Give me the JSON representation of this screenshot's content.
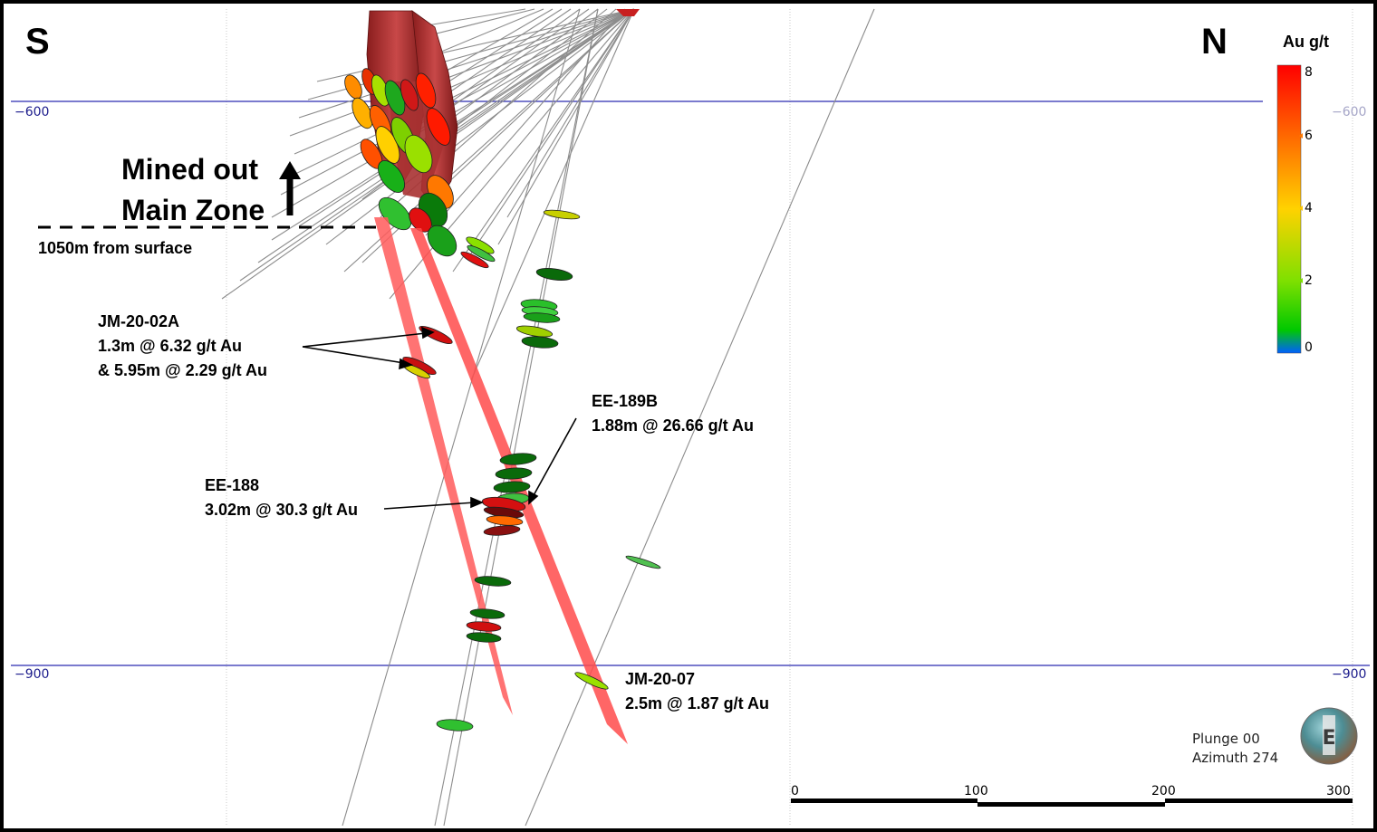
{
  "compass": {
    "left": "S",
    "right": "N"
  },
  "legend": {
    "title": "Au g/t",
    "ticks": [
      "8",
      "6",
      "4",
      "2",
      "0"
    ],
    "colors": [
      "#ff0000",
      "#ff6a00",
      "#ffd200",
      "#7ee000",
      "#00c800",
      "#0060ff"
    ]
  },
  "elevations": {
    "upper": "−600",
    "lower": "−900"
  },
  "mined_out": {
    "line1": "Mined out",
    "line2": "Main Zone",
    "depth": "1050m from surface"
  },
  "intercepts": {
    "jm_20_02a": {
      "hole": "JM-20-02A",
      "line1": "1.3m @ 6.32 g/t Au",
      "line2": "& 5.95m @ 2.29 g/t Au"
    },
    "ee_189b": {
      "hole": "EE-189B",
      "line1": "1.88m @ 26.66 g/t Au"
    },
    "ee_188": {
      "hole": "EE-188",
      "line1": "3.02m @ 30.3 g/t Au"
    },
    "jm_20_07": {
      "hole": "JM-20-07",
      "line1": "2.5m @ 1.87 g/t Au"
    }
  },
  "view": {
    "plunge": "Plunge 00",
    "azimuth": "Azimuth 274"
  },
  "scale_bar": {
    "labels": [
      "0",
      "100",
      "200",
      "300"
    ]
  }
}
